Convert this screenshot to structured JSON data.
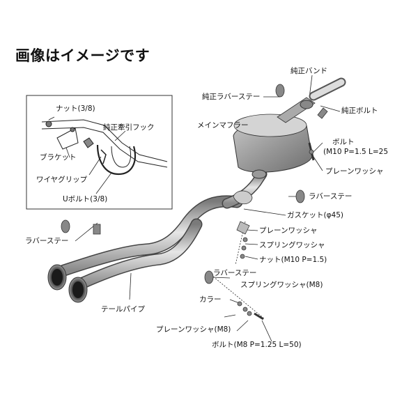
{
  "title": "画像はイメージです",
  "inset": {
    "nut": "ナット(3/8)",
    "hook": "純正牽引フック",
    "bracket": "ブラケット",
    "wire_grip": "ワイヤグリップ",
    "u_bolt": "Uボルト(3/8)"
  },
  "labels": {
    "genuine_band": "純正バンド",
    "genuine_rubber_stay": "純正ラバーステー",
    "genuine_bolt": "純正ボルト",
    "main_muffler": "メインマフラー",
    "bolt_m10": "ボルト",
    "bolt_m10_spec": "(M10 P=1.5 L=25",
    "plain_washer_1": "プレーンワッシャ",
    "rubber_stay_1": "ラバーステー",
    "gasket": "ガスケット(φ45)",
    "rubber_stay_left": "ラバーステー",
    "plain_washer_2": "プレーンワッシャ",
    "spring_washer_1": "スプリングワッシャ",
    "nut_m10": "ナット(M10 P=1.5)",
    "rubber_stay_2": "ラバーステー",
    "spring_washer_m8": "スプリングワッシャ(M8)",
    "tail_pipe": "テールパイプ",
    "collar": "カラー",
    "plain_washer_m8": "プレーンワッシャ(M8)",
    "bolt_m8": "ボルト(M8 P=1.25 L=50)"
  }
}
